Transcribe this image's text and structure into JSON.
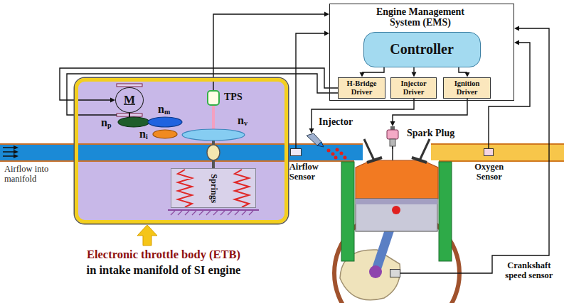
{
  "diagram": {
    "nodes": [
      {
        "text": [
          "Engine Management System (EMS)"
        ]
      },
      {
        "text": [
          "Controller"
        ],
        "in": 0
      },
      {
        "text": [
          "H-Bridge Driver"
        ],
        "in": 0
      },
      {
        "text": [
          "Injector Driver"
        ],
        "in": 0
      },
      {
        "text": [
          "Ignition Driver"
        ],
        "in": 0
      },
      {
        "text": [
          "Electronic throttle body (ETB)",
          "in intake manifold of SI engine"
        ]
      },
      {
        "text": [
          "M"
        ],
        "in": 5
      },
      {
        "text": [
          "TPS"
        ],
        "in": 5
      },
      {
        "text": [
          "Springs"
        ],
        "in": 5
      },
      {
        "text": [
          "Airflow Sensor"
        ]
      },
      {
        "text": [
          "Injector"
        ]
      },
      {
        "text": [
          "Spark Plug"
        ]
      },
      {
        "text": [
          "Oxygen Sensor"
        ]
      },
      {
        "text": [
          "Crankshaft speed sensor"
        ]
      }
    ],
    "edges": [
      {
        "from": 1,
        "to": 2,
        "arrow": "to"
      },
      {
        "from": 1,
        "to": 3,
        "arrow": "to"
      },
      {
        "from": 1,
        "to": 4,
        "arrow": "to"
      },
      {
        "from": 2,
        "to": 6,
        "arrow": "to"
      },
      {
        "from": 3,
        "to": 10,
        "arrow": "to"
      },
      {
        "from": 4,
        "to": 11,
        "arrow": "to"
      },
      {
        "from": 7,
        "to": 0,
        "arrow": "to"
      },
      {
        "from": 9,
        "to": 0,
        "arrow": "to"
      },
      {
        "from": 12,
        "to": 0,
        "arrow": "to"
      },
      {
        "from": 13,
        "to": 0,
        "arrow": "to"
      }
    ],
    "labels": [
      "np",
      "nm",
      "ni",
      "nv",
      "Airflow into manifold"
    ]
  }
}
